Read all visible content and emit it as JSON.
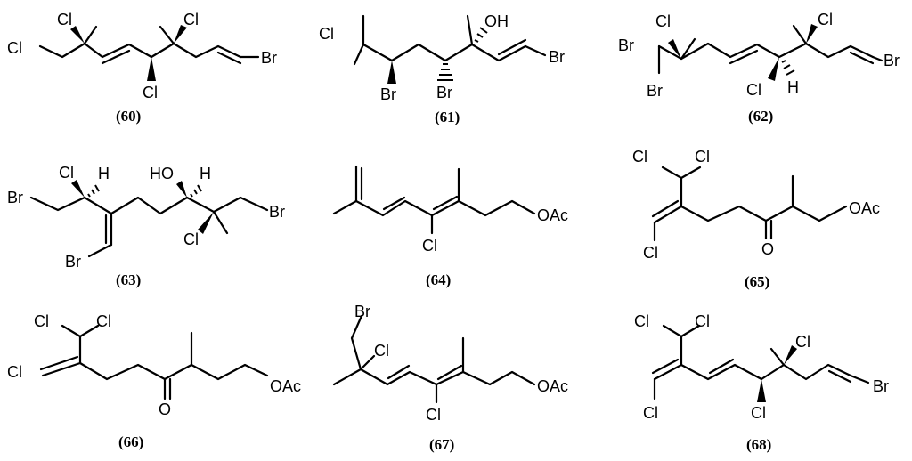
{
  "compounds": [
    {
      "label": "(60)",
      "atoms": {
        "cl1": "Cl",
        "cl2": "Cl",
        "cl3": "Cl",
        "cl4": "Cl",
        "br": "Br"
      }
    },
    {
      "label": "(61)",
      "atoms": {
        "cl": "Cl",
        "oh": "OH",
        "br1": "Br",
        "br2": "Br",
        "br3": "Br"
      }
    },
    {
      "label": "(62)",
      "atoms": {
        "br1": "Br",
        "br2": "Br",
        "cl1": "Cl",
        "cl2": "Cl",
        "cl3": "Cl",
        "h": "H",
        "br3": "Br"
      }
    },
    {
      "label": "(63)",
      "atoms": {
        "br1": "Br",
        "cl1": "Cl",
        "h1": "H",
        "br2": "Br",
        "ho": "HO",
        "h2": "H",
        "cl2": "Cl",
        "br3": "Br"
      }
    },
    {
      "label": "(64)",
      "atoms": {
        "cl": "Cl",
        "oac": "OAc"
      }
    },
    {
      "label": "(65)",
      "atoms": {
        "cl1": "Cl",
        "cl2": "Cl",
        "cl3": "Cl",
        "o": "O",
        "oac": "OAc"
      }
    },
    {
      "label": "(66)",
      "atoms": {
        "cl1": "Cl",
        "cl2": "Cl",
        "cl3": "Cl",
        "o": "O",
        "oac": "OAc"
      }
    },
    {
      "label": "(67)",
      "atoms": {
        "br": "Br",
        "cl1": "Cl",
        "cl2": "Cl",
        "oac": "OAc"
      }
    },
    {
      "label": "(68)",
      "atoms": {
        "cl1": "Cl",
        "cl2": "Cl",
        "cl3": "Cl",
        "cl4": "Cl",
        "cl5": "Cl",
        "br": "Br"
      }
    }
  ]
}
